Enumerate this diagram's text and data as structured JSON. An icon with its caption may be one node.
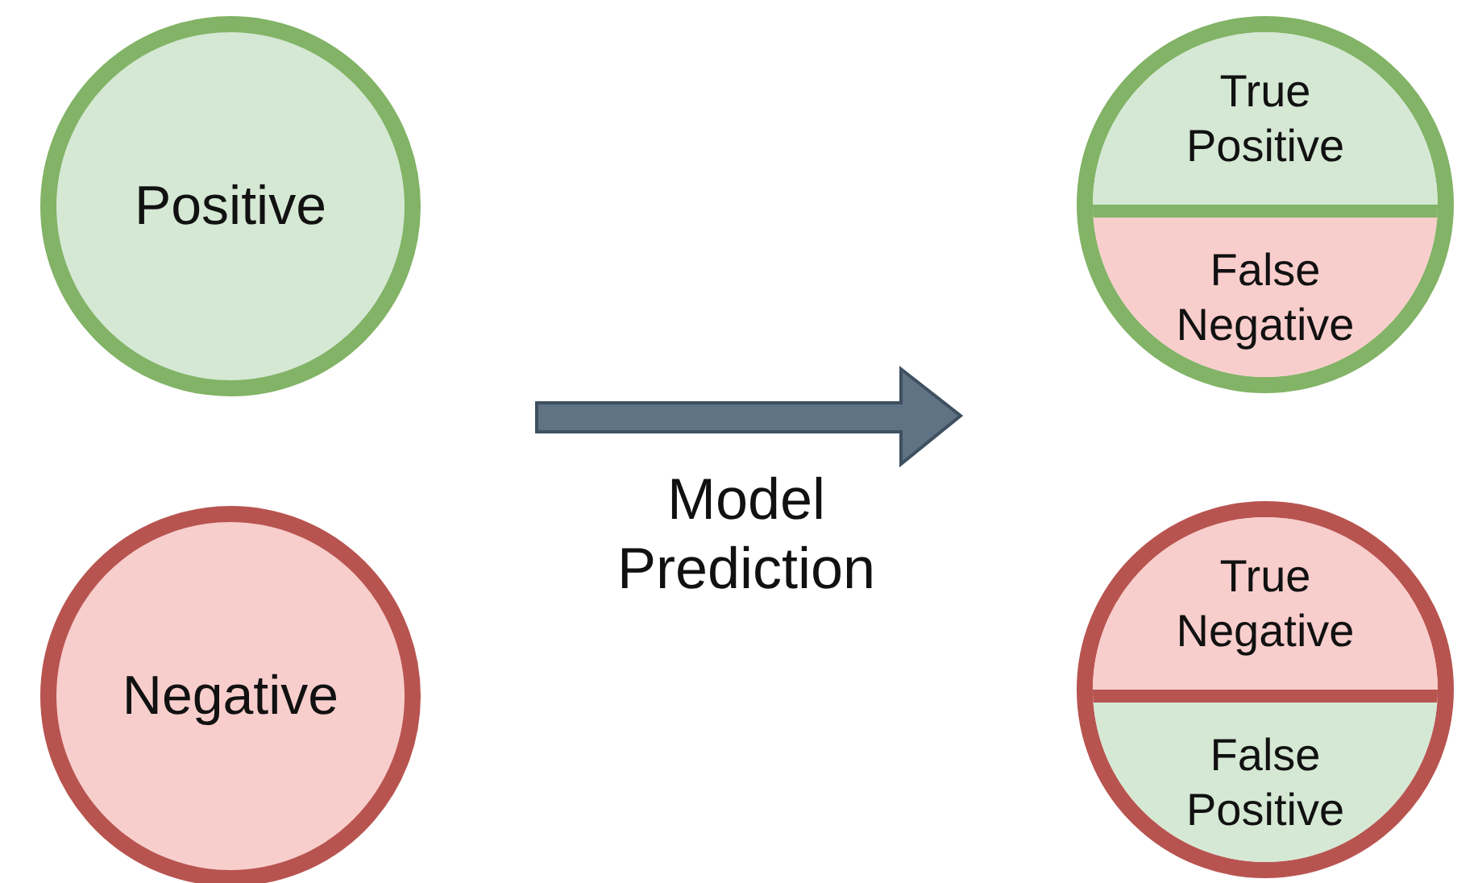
{
  "diagram": {
    "nodes": [
      {
        "text": [
          "Positive"
        ]
      },
      {
        "text": [
          "Negative"
        ]
      },
      {
        "text": [],
        "shape": "circle"
      },
      {
        "text": [
          "True Positive"
        ],
        "in": 2
      },
      {
        "text": [
          "False Negative"
        ],
        "in": 2
      },
      {
        "text": [],
        "shape": "circle"
      },
      {
        "text": [
          "True Negative"
        ],
        "in": 5
      },
      {
        "text": [
          "False Positive"
        ],
        "in": 5
      }
    ],
    "labels": [
      "Model Prediction"
    ]
  }
}
